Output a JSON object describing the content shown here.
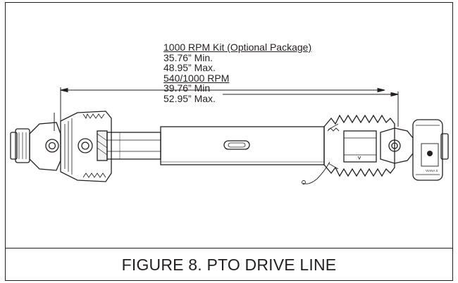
{
  "diagram": {
    "kit_heading": "1000 RPM Kit (Optional Package)",
    "kit_min": "35.76” Min.",
    "kit_max": "48.95” Max.",
    "rpm_heading": "540/1000 RPM",
    "rpm_min": "39.76” Min",
    "rpm_max": "52.95” Max.",
    "tag_text": "VIANA S",
    "line_color": "#231f20"
  },
  "caption": "FIGURE 8. PTO DRIVE LINE"
}
